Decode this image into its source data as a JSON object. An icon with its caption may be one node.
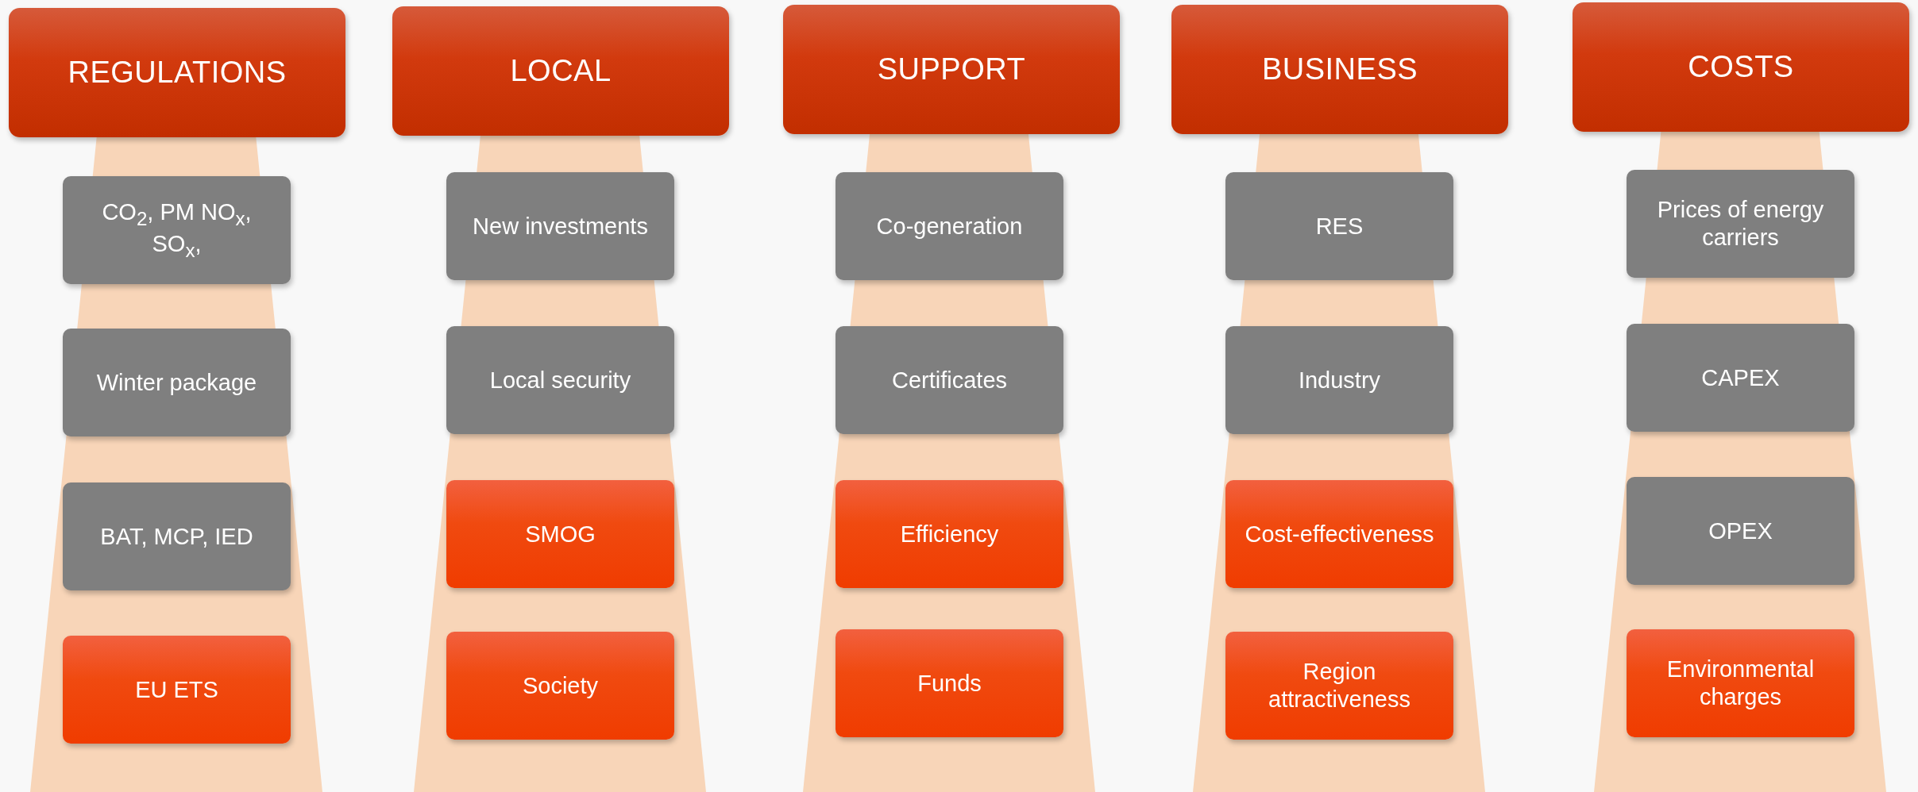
{
  "diagram": {
    "nodes": [
      {
        "text": [
          "REGULATIONS"
        ]
      },
      {
        "text": [
          "CO$_{2}$, PM NO$_{x}$, SO$_{x}$,"
        ]
      },
      {
        "text": [
          "Winter package"
        ]
      },
      {
        "text": [
          "BAT, MCP, IED"
        ]
      },
      {
        "text": [
          "EU ETS"
        ]
      },
      {
        "text": [
          "LOCAL"
        ]
      },
      {
        "text": [
          "New investments"
        ]
      },
      {
        "text": [
          "Local security"
        ]
      },
      {
        "text": [
          "SMOG"
        ]
      },
      {
        "text": [
          "Society"
        ]
      },
      {
        "text": [
          "SUPPORT"
        ]
      },
      {
        "text": [
          "Co-generation"
        ]
      },
      {
        "text": [
          "Certificates"
        ]
      },
      {
        "text": [
          "Efficiency"
        ]
      },
      {
        "text": [
          "Funds"
        ]
      },
      {
        "text": [
          "BUSINESS"
        ]
      },
      {
        "text": [
          "RES"
        ]
      },
      {
        "text": [
          "Industry"
        ]
      },
      {
        "text": [
          "Cost-effectiveness"
        ]
      },
      {
        "text": [
          "Region attractiveness"
        ]
      },
      {
        "text": [
          "COSTS"
        ]
      },
      {
        "text": [
          "Prices of energy carriers"
        ]
      },
      {
        "text": [
          "CAPEX"
        ]
      },
      {
        "text": [
          "OPEX"
        ]
      },
      {
        "text": [
          "Environmental charges"
        ]
      }
    ]
  }
}
